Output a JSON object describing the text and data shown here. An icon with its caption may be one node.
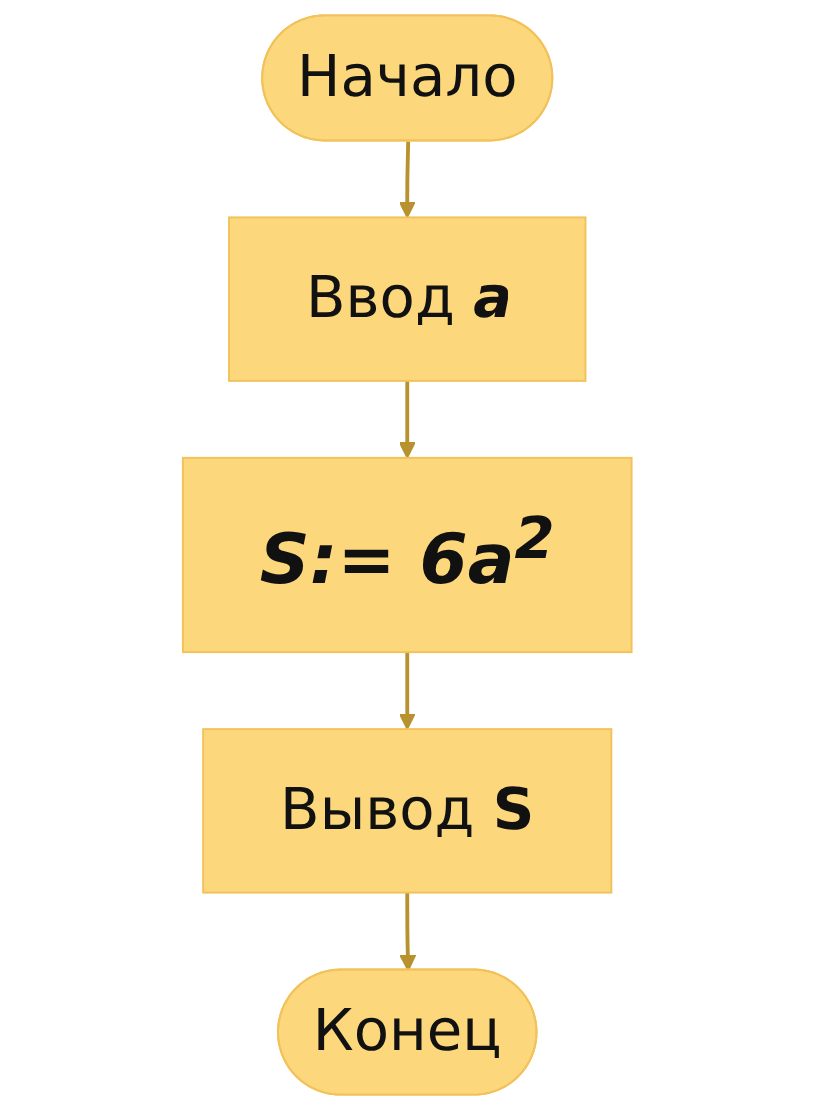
{
  "diagram": {
    "nodes": [
      {
        "text": [
          "Начало"
        ]
      },
      {
        "text": [
          "Ввод *a*"
        ]
      },
      {
        "text": [
          "S:= 6a$^{2}$"
        ]
      },
      {
        "text": [
          "Вывод **S**"
        ]
      },
      {
        "text": [
          "Конец"
        ]
      }
    ],
    "edges": [
      {
        "from": 0,
        "to": 1,
        "arrow": "to"
      },
      {
        "from": 1,
        "to": 2,
        "arrow": "to"
      },
      {
        "from": 2,
        "to": 3,
        "arrow": "to"
      },
      {
        "from": 3,
        "to": 4,
        "arrow": "to"
      }
    ]
  }
}
